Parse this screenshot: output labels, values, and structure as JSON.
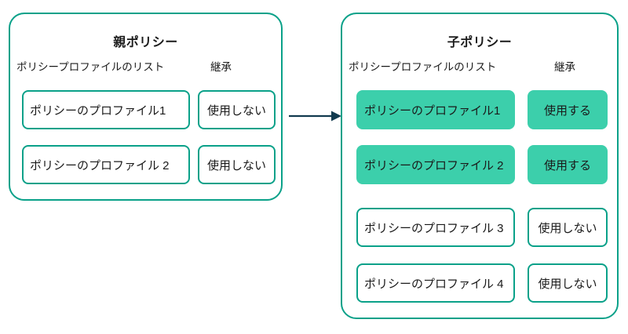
{
  "diagram": {
    "type": "policy-inheritance-diagram",
    "accent_color": "#0aa189",
    "highlight_fill": "#3ccfab",
    "arrow_color": "#123b4f",
    "text_color": "#1a1a1a"
  },
  "parent_panel": {
    "title": "親ポリシー",
    "columns": {
      "profiles": "ポリシープロファイルのリスト",
      "inheritance": "継承"
    },
    "rows": [
      {
        "profile": "ポリシーのプロファイル1",
        "inheritance": "使用しない",
        "highlighted": false
      },
      {
        "profile": "ポリシーのプロファイル 2",
        "inheritance": "使用しない",
        "highlighted": false
      }
    ]
  },
  "child_panel": {
    "title": "子ポリシー",
    "columns": {
      "profiles": "ポリシープロファイルのリスト",
      "inheritance": "継承"
    },
    "rows": [
      {
        "profile": "ポリシーのプロファイル1",
        "inheritance": "使用する",
        "highlighted": true
      },
      {
        "profile": "ポリシーのプロファイル 2",
        "inheritance": "使用する",
        "highlighted": true
      },
      {
        "profile": "ポリシーのプロファイル 3",
        "inheritance": "使用しない",
        "highlighted": false
      },
      {
        "profile": "ポリシーのプロファイル 4",
        "inheritance": "使用しない",
        "highlighted": false
      }
    ]
  },
  "connector": {
    "name": "arrow-parent-to-child",
    "direction": "right"
  }
}
